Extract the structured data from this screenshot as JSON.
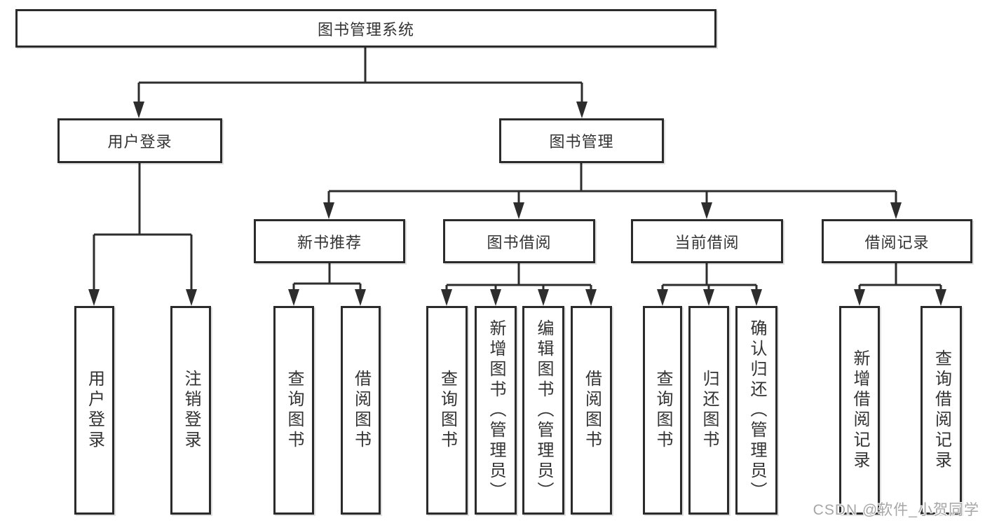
{
  "diagram": {
    "root_label": "图书管理系统",
    "branches": [
      {
        "label": "用户登录",
        "leaves": [
          "用户登录",
          "注销登录"
        ]
      },
      {
        "label": "图书管理",
        "children": [
          {
            "label": "新书推荐",
            "leaves": [
              "查询图书",
              "借阅图书"
            ]
          },
          {
            "label": "图书借阅",
            "leaves": [
              "查询图书",
              "新增图书（管理员）",
              "编辑图书（管理员）",
              "借阅图书"
            ]
          },
          {
            "label": "当前借阅",
            "leaves": [
              "查询图书",
              "归还图书",
              "确认归还（管理员）"
            ]
          },
          {
            "label": "借阅记录",
            "leaves": [
              "新增借阅记录",
              "查询借阅记录"
            ]
          }
        ]
      }
    ]
  },
  "colors": {
    "line": "#2d2d2d",
    "text": "#333333",
    "watermark_text": "#a6a6a6"
  },
  "watermark": {
    "text": "CSDN @软件_小贺同学"
  }
}
